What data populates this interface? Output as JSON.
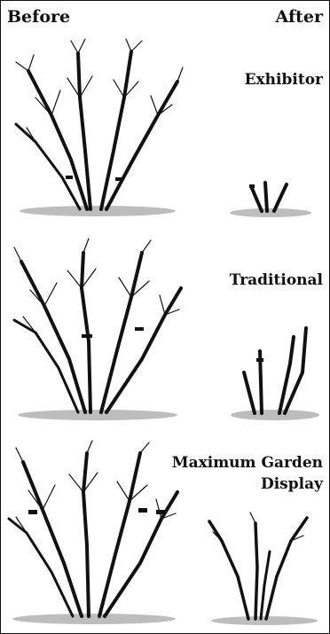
{
  "header": {
    "before": "Before",
    "after": "After"
  },
  "methods": [
    {
      "label": "Exhibitor"
    },
    {
      "label": "Traditional"
    },
    {
      "label_lines": [
        "Maximum Garden",
        "Display"
      ]
    }
  ],
  "colors": {
    "ink": "#111111",
    "ground": "#bdbdbd",
    "background": "#ffffff"
  }
}
